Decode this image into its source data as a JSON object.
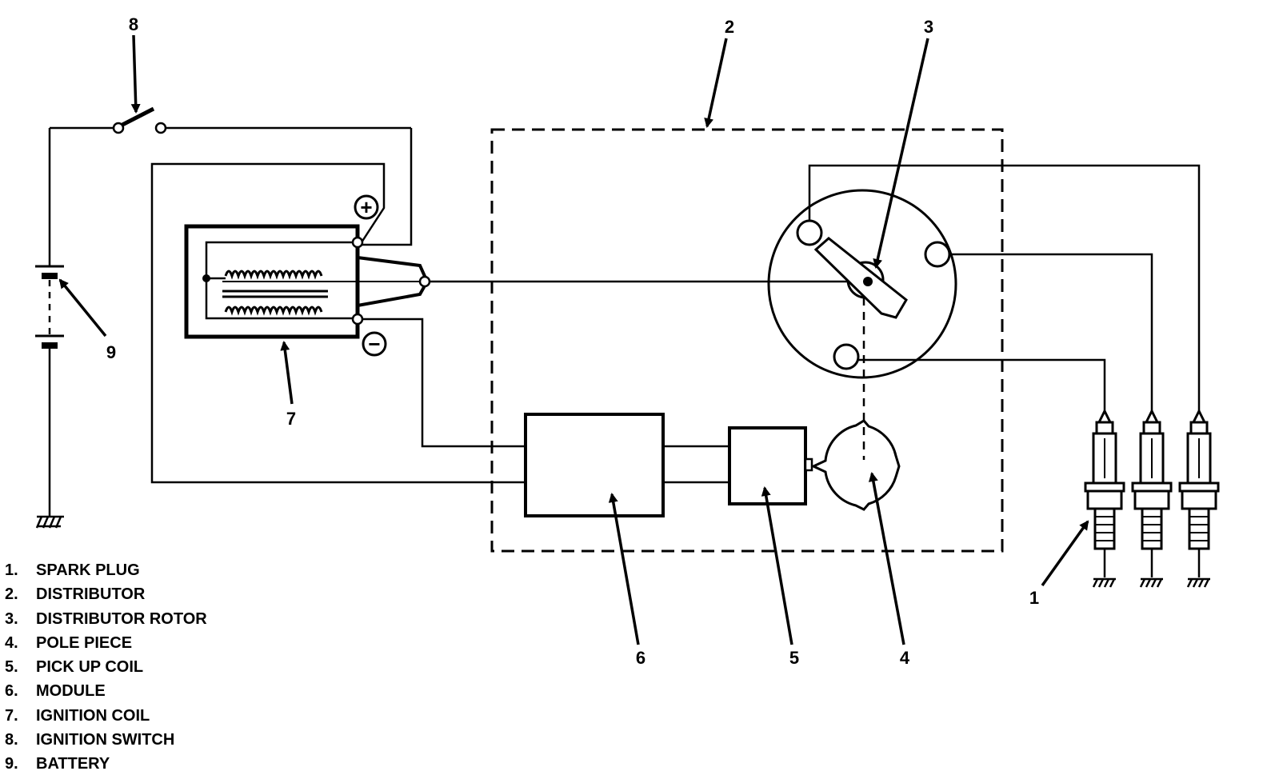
{
  "callouts": [
    "1",
    "2",
    "3",
    "4",
    "5",
    "6",
    "7",
    "8",
    "9"
  ],
  "terminals": {
    "positive": "+",
    "negative": "−"
  },
  "legend": [
    {
      "num": "1.",
      "label": "SPARK PLUG"
    },
    {
      "num": "2.",
      "label": "DISTRIBUTOR"
    },
    {
      "num": "3.",
      "label": "DISTRIBUTOR ROTOR"
    },
    {
      "num": "4.",
      "label": "POLE PIECE"
    },
    {
      "num": "5.",
      "label": "PICK UP COIL"
    },
    {
      "num": "6.",
      "label": "MODULE"
    },
    {
      "num": "7.",
      "label": "IGNITION COIL"
    },
    {
      "num": "8.",
      "label": "IGNITION SWITCH"
    },
    {
      "num": "9.",
      "label": "BATTERY"
    }
  ]
}
